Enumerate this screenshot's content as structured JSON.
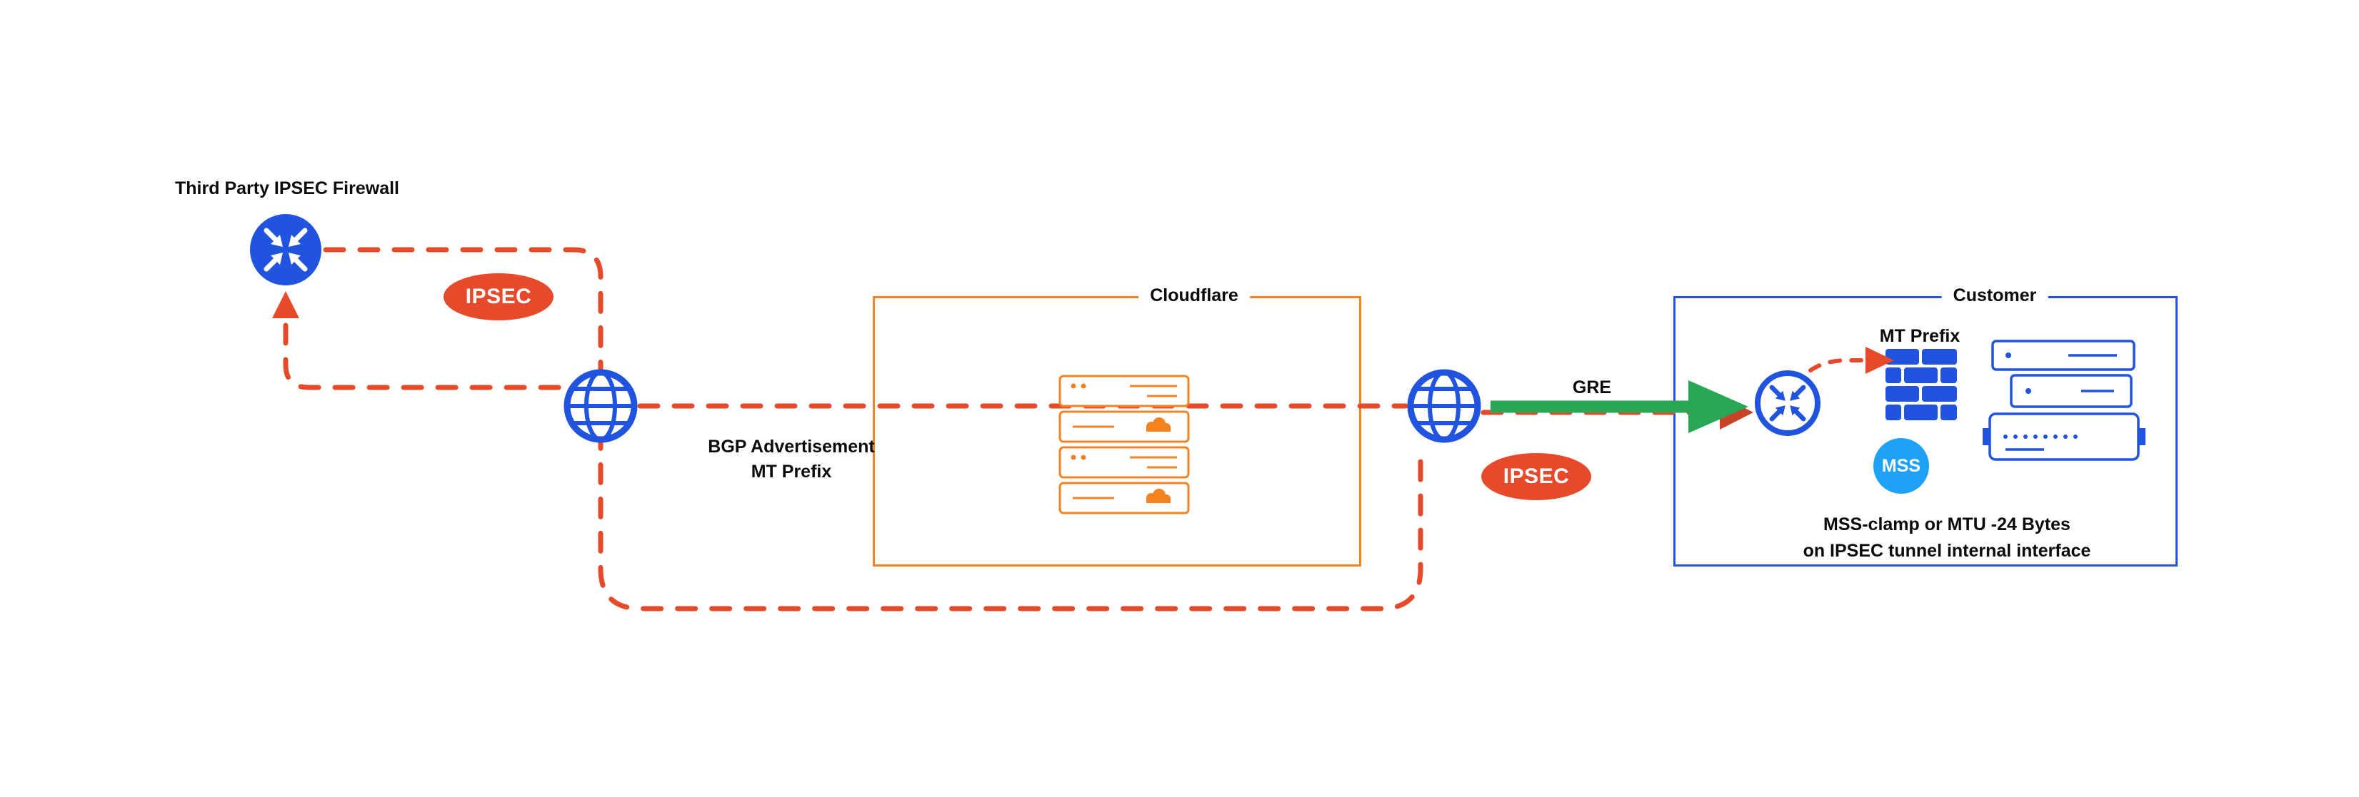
{
  "colors": {
    "blue": "#2053DE",
    "sky_blue": "#1FA2F6",
    "orange": "#F6821F",
    "red_orange": "#E64A2B",
    "green": "#28A754",
    "text": "#0B0B0B"
  },
  "nodes": {
    "third_party_firewall": {
      "label": "Third Party IPSEC Firewall",
      "icon": "router-icon"
    },
    "internet_left": {
      "icon": "globe-icon"
    },
    "internet_right": {
      "icon": "globe-icon"
    },
    "cloudflare": {
      "label": "Cloudflare",
      "icon": "server-stack-icon"
    },
    "customer": {
      "label": "Customer"
    },
    "customer_router": {
      "icon": "router-icon"
    },
    "customer_firewall": {
      "icon": "firewall-icon"
    },
    "customer_servers": {
      "icon": "server-stack-icon"
    },
    "mss_badge": {
      "label": "MSS"
    },
    "mt_prefix": {
      "label": "MT Prefix"
    }
  },
  "edges": {
    "ipsec_left": {
      "label": "IPSEC"
    },
    "ipsec_right": {
      "label": "IPSEC"
    },
    "gre": {
      "label": "GRE"
    },
    "bgp_advertisement": {
      "line1": "BGP Advertisement",
      "line2": "MT Prefix"
    }
  },
  "notes": {
    "mss_clamp": {
      "line1": "MSS-clamp or MTU -24 Bytes",
      "line2": "on IPSEC tunnel internal interface"
    }
  }
}
